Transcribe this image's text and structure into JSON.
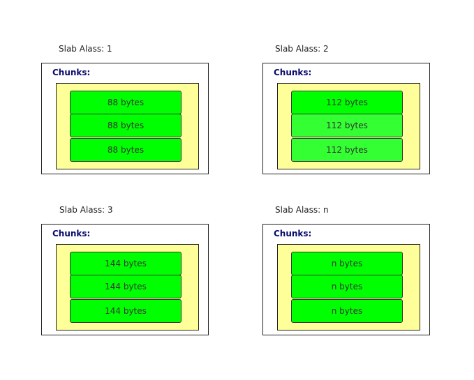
{
  "chunks_title": "Chunks:",
  "slabs": [
    {
      "label": "Slab Alass: 1",
      "chunks": [
        {
          "text": "88 bytes",
          "color": "#00ff00"
        },
        {
          "text": "88 bytes",
          "color": "#00ff00"
        },
        {
          "text": "88 bytes",
          "color": "#00ff00"
        }
      ]
    },
    {
      "label": "Slab Alass: 2",
      "chunks": [
        {
          "text": "112 bytes",
          "color": "#00ff00"
        },
        {
          "text": "112 bytes",
          "color": "#33ff33"
        },
        {
          "text": "112 bytes",
          "color": "#33ff33"
        }
      ]
    },
    {
      "label": "Slab Alass: 3",
      "chunks": [
        {
          "text": "144 bytes",
          "color": "#00ff00"
        },
        {
          "text": "144 bytes",
          "color": "#00ff00"
        },
        {
          "text": "144 bytes",
          "color": "#00ff00"
        }
      ]
    },
    {
      "label": "Slab Alass: n",
      "chunks": [
        {
          "text": "n bytes",
          "color": "#00ff00"
        },
        {
          "text": "n bytes",
          "color": "#00ff00"
        },
        {
          "text": "n bytes",
          "color": "#00ff00"
        }
      ]
    }
  ],
  "colors": {
    "chunk_area_fill": "#ffff99",
    "chunks_title": "#0a0a6e",
    "border": "#222222"
  }
}
